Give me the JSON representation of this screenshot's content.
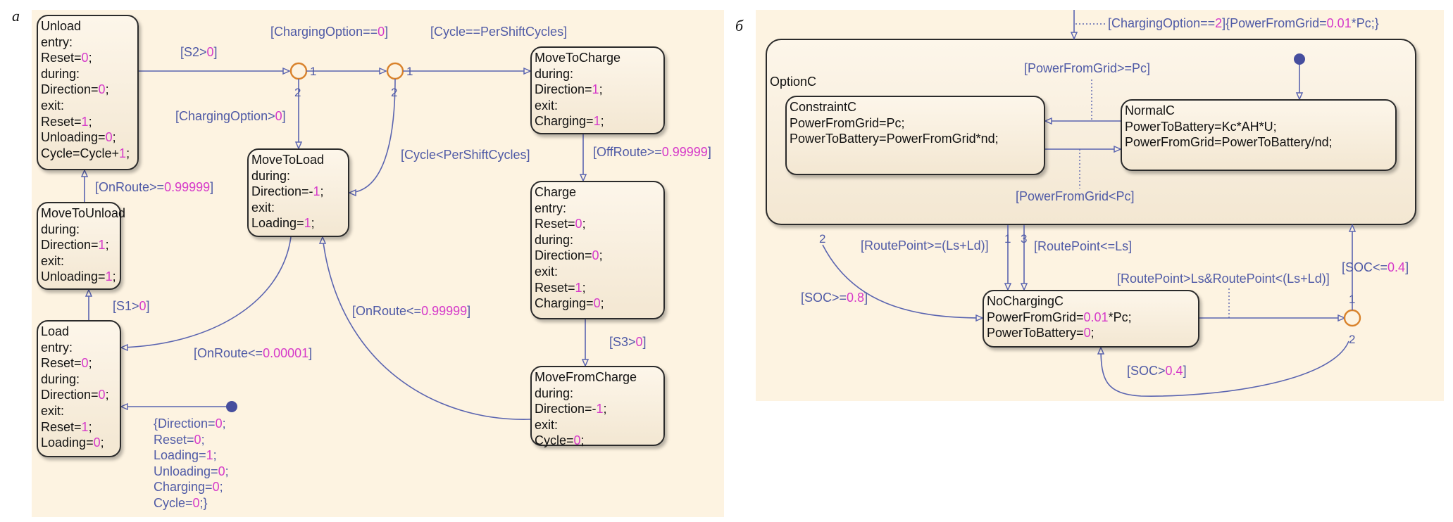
{
  "panels": {
    "a": {
      "letter": "а",
      "states": {
        "unload": {
          "name": "Unload",
          "lines": [
            {
              "t": "entry:"
            },
            {
              "t": "Reset=",
              "n": "0",
              "s": ";"
            },
            {
              "t": "during:"
            },
            {
              "t": "Direction=",
              "n": "0",
              "s": ";"
            },
            {
              "t": "exit:"
            },
            {
              "t": "Reset=",
              "n": "1",
              "s": ";"
            },
            {
              "t": "Unloading=",
              "n": "0",
              "s": ";"
            },
            {
              "t": "Cycle=Cycle+",
              "n": "1",
              "s": ";"
            }
          ]
        },
        "move_to_unload": {
          "name": "MoveToUnload",
          "lines": [
            {
              "t": "during:"
            },
            {
              "t": "Direction=",
              "n": "1",
              "s": ";"
            },
            {
              "t": "exit:"
            },
            {
              "t": "Unloading=",
              "n": "1",
              "s": ";"
            }
          ]
        },
        "load": {
          "name": "Load",
          "lines": [
            {
              "t": "entry:"
            },
            {
              "t": "Reset=",
              "n": "0",
              "s": ";"
            },
            {
              "t": "during:"
            },
            {
              "t": "Direction=",
              "n": "0",
              "s": ";"
            },
            {
              "t": "exit:"
            },
            {
              "t": "Reset=",
              "n": "1",
              "s": ";"
            },
            {
              "t": "Loading=",
              "n": "0",
              "s": ";"
            }
          ]
        },
        "move_to_load": {
          "name": "MoveToLoad",
          "lines": [
            {
              "t": "during:"
            },
            {
              "t": "Direction=-",
              "n": "1",
              "s": ";"
            },
            {
              "t": "exit:"
            },
            {
              "t": "Loading=",
              "n": "1",
              "s": ";"
            }
          ]
        },
        "move_to_charge": {
          "name": "MoveToCharge",
          "lines": [
            {
              "t": "during:"
            },
            {
              "t": "Direction=",
              "n": "1",
              "s": ";"
            },
            {
              "t": "exit:"
            },
            {
              "t": "Charging=",
              "n": "1",
              "s": ";"
            }
          ]
        },
        "charge": {
          "name": "Charge",
          "lines": [
            {
              "t": "entry:"
            },
            {
              "t": "Reset=",
              "n": "0",
              "s": ";"
            },
            {
              "t": "during:"
            },
            {
              "t": "Direction=",
              "n": "0",
              "s": ";"
            },
            {
              "t": "exit:"
            },
            {
              "t": "Reset=",
              "n": "1",
              "s": ";"
            },
            {
              "t": "Charging=",
              "n": "0",
              "s": ";"
            }
          ]
        },
        "move_from_charge": {
          "name": "MoveFromCharge",
          "lines": [
            {
              "t": "during:"
            },
            {
              "t": "Direction=-",
              "n": "1",
              "s": ";"
            },
            {
              "t": "exit:"
            },
            {
              "t": "Cycle=",
              "n": "0",
              "s": ";"
            }
          ]
        }
      },
      "transitions": {
        "s2": {
          "t": "[S2>",
          "n": "0",
          "s": "]"
        },
        "charging_option_eq0": {
          "t": "[ChargingOption==",
          "n": "0",
          "s": "]"
        },
        "charging_option_gt0": {
          "t": "[ChargingOption>",
          "n": "0",
          "s": "]"
        },
        "cycle_eq": {
          "t": "[Cycle==PerShiftCycles]"
        },
        "cycle_lt": {
          "t": "[Cycle<PerShiftCycles]"
        },
        "offroute": {
          "t": "[OffRoute>=",
          "n": "0.99999",
          "s": "]"
        },
        "onroute_ge": {
          "t": "[OnRoute>=",
          "n": "0.99999",
          "s": "]"
        },
        "s1": {
          "t": "[S1>",
          "n": "0",
          "s": "]"
        },
        "s3": {
          "t": "[S3>",
          "n": "0",
          "s": "]"
        },
        "onroute_le_low": {
          "t": "[OnRoute<=",
          "n": "0.00001",
          "s": "]"
        },
        "onroute_le_high": {
          "t": "[OnRoute<=",
          "n": "0.99999",
          "s": "]"
        }
      },
      "junction_labels": {
        "j1_out1": "1",
        "j1_out2": "2",
        "j2_out1": "1",
        "j2_out2": "2"
      },
      "default_action": [
        {
          "t": "{Direction=",
          "n": "0",
          "s": ";"
        },
        {
          "t": "Reset=",
          "n": "0",
          "s": ";"
        },
        {
          "t": "Loading=",
          "n": "1",
          "s": ";"
        },
        {
          "t": "Unloading=",
          "n": "0",
          "s": ";"
        },
        {
          "t": "Charging=",
          "n": "0",
          "s": ";"
        },
        {
          "t": "Cycle=",
          "n": "0",
          "s": ";}"
        }
      ]
    },
    "b": {
      "letter": "б",
      "entry_label": {
        "t": "[ChargingOption==",
        "n": "2",
        "m": "]{PowerFromGrid=",
        "n2": "0.01",
        "s": "*Pc;}"
      },
      "states": {
        "option_c": {
          "name": "OptionC"
        },
        "constraint_c": {
          "name": "ConstraintC",
          "lines": [
            {
              "t": "PowerFromGrid=Pc;"
            },
            {
              "t": "PowerToBattery=PowerFromGrid*nd;"
            }
          ]
        },
        "normal_c": {
          "name": "NormalC",
          "lines": [
            {
              "t": "PowerToBattery=Kc*AH*U;"
            },
            {
              "t": "PowerFromGrid=PowerToBattery/nd;"
            }
          ]
        },
        "no_charging_c": {
          "name": "NoChargingC",
          "lines": [
            {
              "t": "PowerFromGrid=",
              "n": "0.01",
              "s": "*Pc;"
            },
            {
              "t": "PowerToBattery=",
              "n": "0",
              "s": ";"
            }
          ]
        }
      },
      "transitions": {
        "pfg_ge": {
          "t": "[PowerFromGrid>=Pc]"
        },
        "pfg_lt": {
          "t": "[PowerFromGrid<Pc]"
        },
        "rp_ge": {
          "t": "[RoutePoint>=(Ls+Ld)]"
        },
        "rp_le": {
          "t": "[RoutePoint<=Ls]"
        },
        "rp_between": {
          "t": "[RoutePoint>Ls&RoutePoint<(Ls+Ld)]"
        },
        "soc_ge": {
          "t": "[SOC>=",
          "n": "0.8",
          "s": "]"
        },
        "soc_le": {
          "t": "[SOC<=",
          "n": "0.4",
          "s": "]"
        },
        "soc_gt": {
          "t": "[SOC>",
          "n": "0.4",
          "s": "]"
        }
      },
      "transition_orders": {
        "exit2": "2",
        "exit1": "1",
        "exit3": "3",
        "j_out1": "1",
        "j_out2": "2"
      }
    }
  },
  "colors": {
    "background": "#fdf3e1",
    "transition": "#4f5aa6",
    "number": "#d63ac9",
    "junction": "#d9822b",
    "default_dot": "#464e9e"
  }
}
